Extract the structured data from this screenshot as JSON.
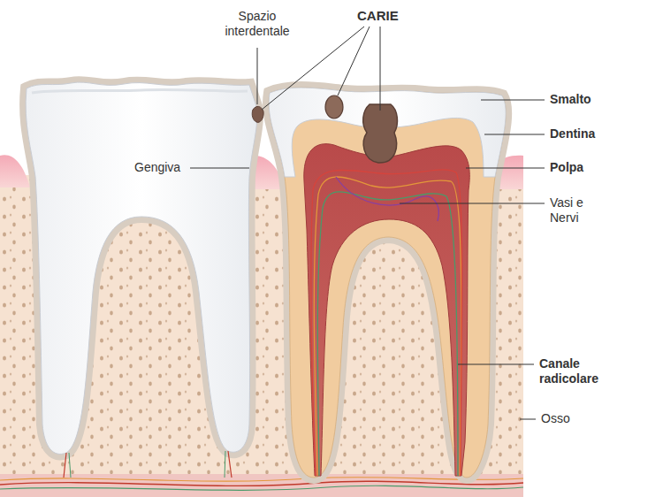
{
  "diagram": {
    "labels": [
      "Spazio interdentale",
      "CARIE",
      "Smalto",
      "Dentina",
      "Gengiva",
      "Polpa",
      "Vasi e Nervi",
      "Canale radicolare",
      "Osso"
    ]
  }
}
